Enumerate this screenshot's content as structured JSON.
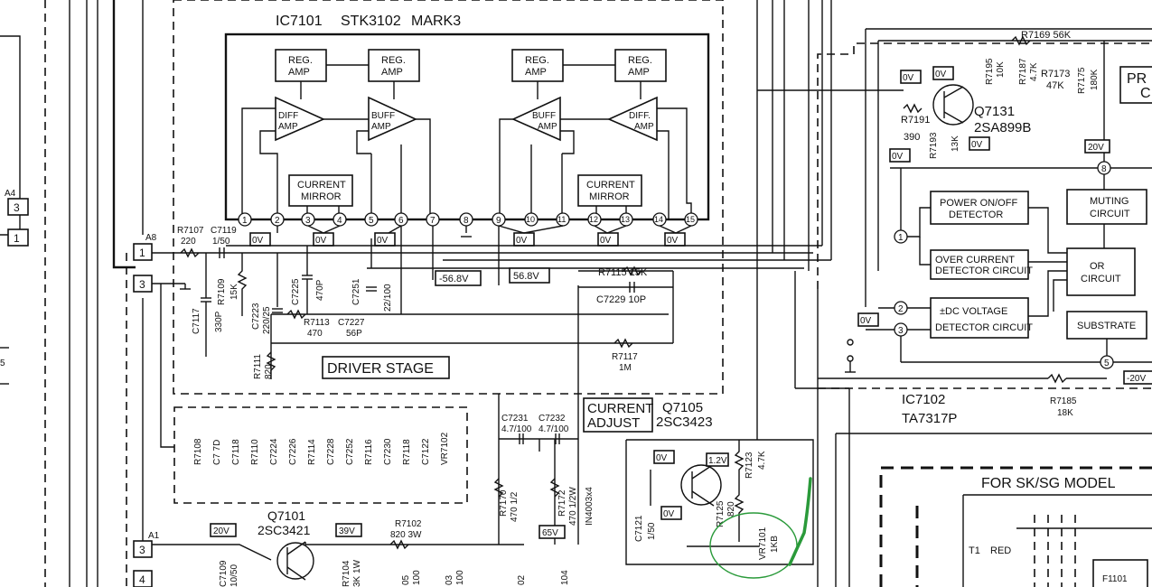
{
  "ic1": {
    "ref": "IC7101",
    "part": "STK3102",
    "mark": "MARK3"
  },
  "blocks": {
    "reg_amp": "REG.\nAMP",
    "diff_amp": "DIFF\nAMP",
    "buff_amp": "BUFF\nAMP",
    "current_mirror": "CURRENT\nMIRROR",
    "diff_amp2": "DIFF.\nAMP"
  },
  "driver_stage": "DRIVER STAGE",
  "ic1_pins": [
    "1",
    "2",
    "3",
    "4",
    "5",
    "6",
    "7",
    "8",
    "9",
    "10",
    "11",
    "12",
    "13",
    "14",
    "15"
  ],
  "ov": "0V",
  "voltages": {
    "n568": "-56.8V",
    "p568": "56.8V",
    "v20": "20V",
    "v39": "39V",
    "v65": "65V",
    "v12": "1.2V",
    "vneg20": "-20V"
  },
  "components": {
    "r7107": "R7107",
    "r7107v": "220",
    "c7119": "C7119",
    "c7119v": "1/50",
    "r7109": "R7109",
    "r7109v": "15K",
    "c7117": "C7117",
    "c7117v": "330P",
    "c7223": "C7223",
    "c7223v": "220/25",
    "c7225": "C7225",
    "c7225v": "470P",
    "r7113": "R7113",
    "r7113v": "470",
    "c7227": "C7227",
    "c7227v": "56P",
    "c7251": "C7251",
    "c7251v": "22/100",
    "r7111": "R7111",
    "r7111v": "820",
    "r7115": "R7115 15K",
    "c7229": "C7229 10P",
    "r7117": "R7117",
    "r7117v": "1M",
    "c7231": "C7231",
    "c7231v": "4.7/100",
    "c7232": "C7232",
    "c7232v": "4.7/100",
    "r7170": "R7170",
    "r7170v": "470 1/2",
    "r7172": "R7172",
    "r7172v": "470 1/2W",
    "in4003": "IN4003x4",
    "r7102": "R7102",
    "r7102v": "820 3W",
    "r7104": "R7104",
    "r7104v": "3K 1W",
    "c7109": "C7109",
    "c7109v": "10/50",
    "c7121": "C7121",
    "c7121v": "1/50",
    "r7123": "R7123",
    "r7123v": "4.7K",
    "r7125": "R7125",
    "r7125v": "820",
    "vr7101": "VR7101",
    "vr7101v": "1KB",
    "r7169": "R7169 56K",
    "r7195": "R7195",
    "r7195v": "10K",
    "r7187": "R7187",
    "r7187v": "4.7K",
    "r7173": "R7173",
    "r7173v": "47K",
    "r7175": "R7175",
    "r7175v": "180K",
    "r7191": "R7191",
    "r7191v": "390",
    "r7193": "R7193",
    "r7193v": "13K",
    "r7185": "R7185",
    "r7185v": "18K",
    "s5": "5",
    "s05": "05",
    "s100a": "100",
    "s03": "03",
    "s100b": "100",
    "s02": "02",
    "s104": "104"
  },
  "omitted_parts": [
    "R7108",
    "C7 7D",
    "C7118",
    "R7110",
    "C7224",
    "C7226",
    "R7114",
    "C7228",
    "C7252",
    "R7116",
    "C7230",
    "R7118",
    "C7122",
    "VR7102"
  ],
  "q7101": {
    "ref": "Q7101",
    "part": "2SC3421"
  },
  "q7105": {
    "ref": "Q7105",
    "part": "2SC3423"
  },
  "q7131": {
    "ref": "Q7131",
    "part": "2SA899B"
  },
  "current_adjust": "CURRENT\nADJUST",
  "ic2": {
    "ref": "IC7102",
    "part": "TA7317P",
    "power_onoff": "POWER ON/OFF\nDETECTOR",
    "over_current": "OVER CURRENT\nDETECTOR CIRCUIT",
    "dc_voltage": "±DC VOLTAGE\nDETECTOR CIRCUIT",
    "muting": "MUTING\nCIRCUIT",
    "or_circuit": "OR\nCIRCUIT",
    "substrate": "SUBSTRATE",
    "pins": [
      "1",
      "2",
      "3",
      "5",
      "8"
    ]
  },
  "connectors": {
    "a8": "A8",
    "a4": "A4",
    "a1": "A1",
    "p1": "1",
    "p3": "3",
    "p4": "4",
    "p3b": "3",
    "p1b": "1"
  },
  "for_model": "FOR SK/SG MODEL",
  "t1": "T1",
  "red": "RED",
  "f1101": "F1101",
  "pr": "PR",
  "pr_c": "C"
}
